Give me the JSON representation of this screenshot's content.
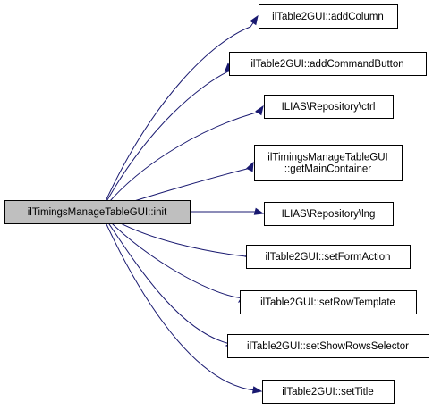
{
  "colors": {
    "edge": "#191970",
    "root_fill": "#bfbfbf",
    "node_fill": "#ffffff",
    "border": "#000000"
  },
  "root": {
    "id": "root",
    "lines": [
      "ilTimingsManageTableGUI::init"
    ]
  },
  "callees": [
    {
      "id": "addColumn",
      "lines": [
        "ilTable2GUI::addColumn"
      ]
    },
    {
      "id": "addCommandButton",
      "lines": [
        "ilTable2GUI::addCommandButton"
      ]
    },
    {
      "id": "ctrl",
      "lines": [
        "ILIAS\\Repository\\ctrl"
      ]
    },
    {
      "id": "getMainContainer",
      "lines": [
        "ilTimingsManageTableGUI",
        "::getMainContainer"
      ]
    },
    {
      "id": "lng",
      "lines": [
        "ILIAS\\Repository\\lng"
      ]
    },
    {
      "id": "setFormAction",
      "lines": [
        "ilTable2GUI::setFormAction"
      ]
    },
    {
      "id": "setRowTemplate",
      "lines": [
        "ilTable2GUI::setRowTemplate"
      ]
    },
    {
      "id": "setShowRowsSelector",
      "lines": [
        "ilTable2GUI::setShowRowsSelector"
      ]
    },
    {
      "id": "setTitle",
      "lines": [
        "ilTable2GUI::setTitle"
      ]
    }
  ]
}
